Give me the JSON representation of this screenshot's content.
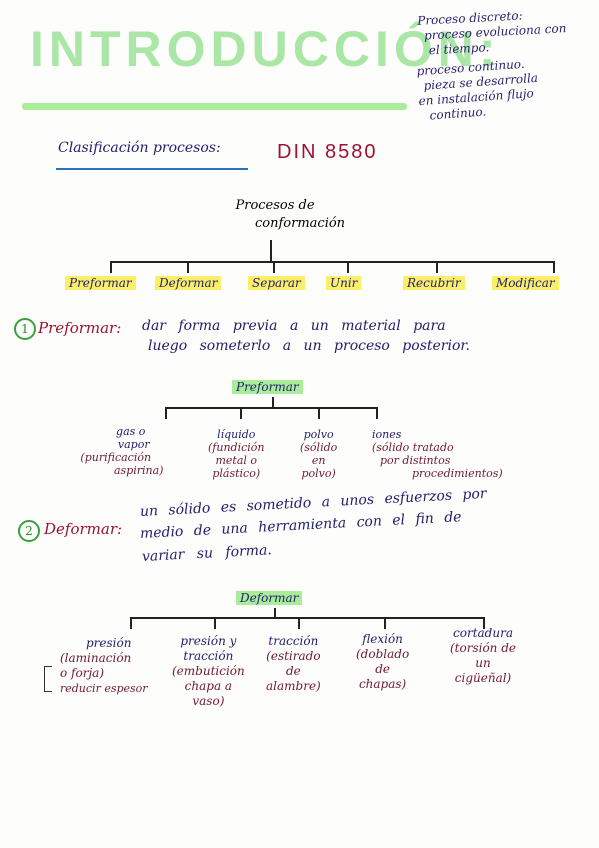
{
  "title": "INTRODUCCIÓN:",
  "side_notes": {
    "discreto_head": "Proceso discreto:",
    "discreto_l1": "proceso evoluciona con",
    "discreto_l2": "el tiempo.",
    "continuo_head": "proceso continuo.",
    "continuo_l1": "pieza se desarrolla",
    "continuo_l2": "en instalación flujo",
    "continuo_l3": "continuo."
  },
  "classification": {
    "label": "Clasificación procesos:",
    "standard": "DIN 8580"
  },
  "tree_root": {
    "line1": "Procesos de",
    "line2": "conformación"
  },
  "categories": [
    "Preformar",
    "Deformar",
    "Separar",
    "Unir",
    "Recubrir",
    "Modificar"
  ],
  "section1": {
    "number": "1",
    "heading": "Preformar:",
    "text_l1": "dar forma previa a un material para",
    "text_l2": "luego someterlo a un proceso posterior.",
    "tree_title": "Preformar",
    "items": [
      {
        "name_l1": "gas o",
        "name_l2": "vapor",
        "desc_l1": "(purificación",
        "desc_l2": "aspirina)"
      },
      {
        "name_l1": "líquido",
        "name_l2": "",
        "desc_l1": "(fundición",
        "desc_l2": "metal o",
        "desc_l3": "plástico)"
      },
      {
        "name_l1": "polvo",
        "name_l2": "",
        "desc_l1": "(sólido",
        "desc_l2": "en",
        "desc_l3": "polvo)"
      },
      {
        "name_l1": "iones",
        "name_l2": "",
        "desc_l1": "(sólido tratado",
        "desc_l2": "por distintos",
        "desc_l3": "procedimientos)"
      }
    ]
  },
  "section2": {
    "number": "2",
    "heading": "Deformar:",
    "text_l1": "un sólido es sometido a unos esfuerzos por",
    "text_l2": "medio de una herramienta con el fin de",
    "text_l3": "variar su forma.",
    "tree_title": "Deformar",
    "items": [
      {
        "name": "presión",
        "desc_l1": "(laminación",
        "desc_l2": "o forja)",
        "desc_l3": "reducir espesor"
      },
      {
        "name_l1": "presión y",
        "name_l2": "tracción",
        "desc_l1": "(embutición",
        "desc_l2": "chapa a",
        "desc_l3": "vaso)"
      },
      {
        "name": "tracción",
        "desc_l1": "(estirado",
        "desc_l2": "de",
        "desc_l3": "alambre)"
      },
      {
        "name": "flexión",
        "desc_l1": "(doblado",
        "desc_l2": "de",
        "desc_l3": "chapas)"
      },
      {
        "name": "cortadura",
        "desc_l1": "(torsión de",
        "desc_l2": "un",
        "desc_l3": "cigüeñal)"
      }
    ]
  }
}
